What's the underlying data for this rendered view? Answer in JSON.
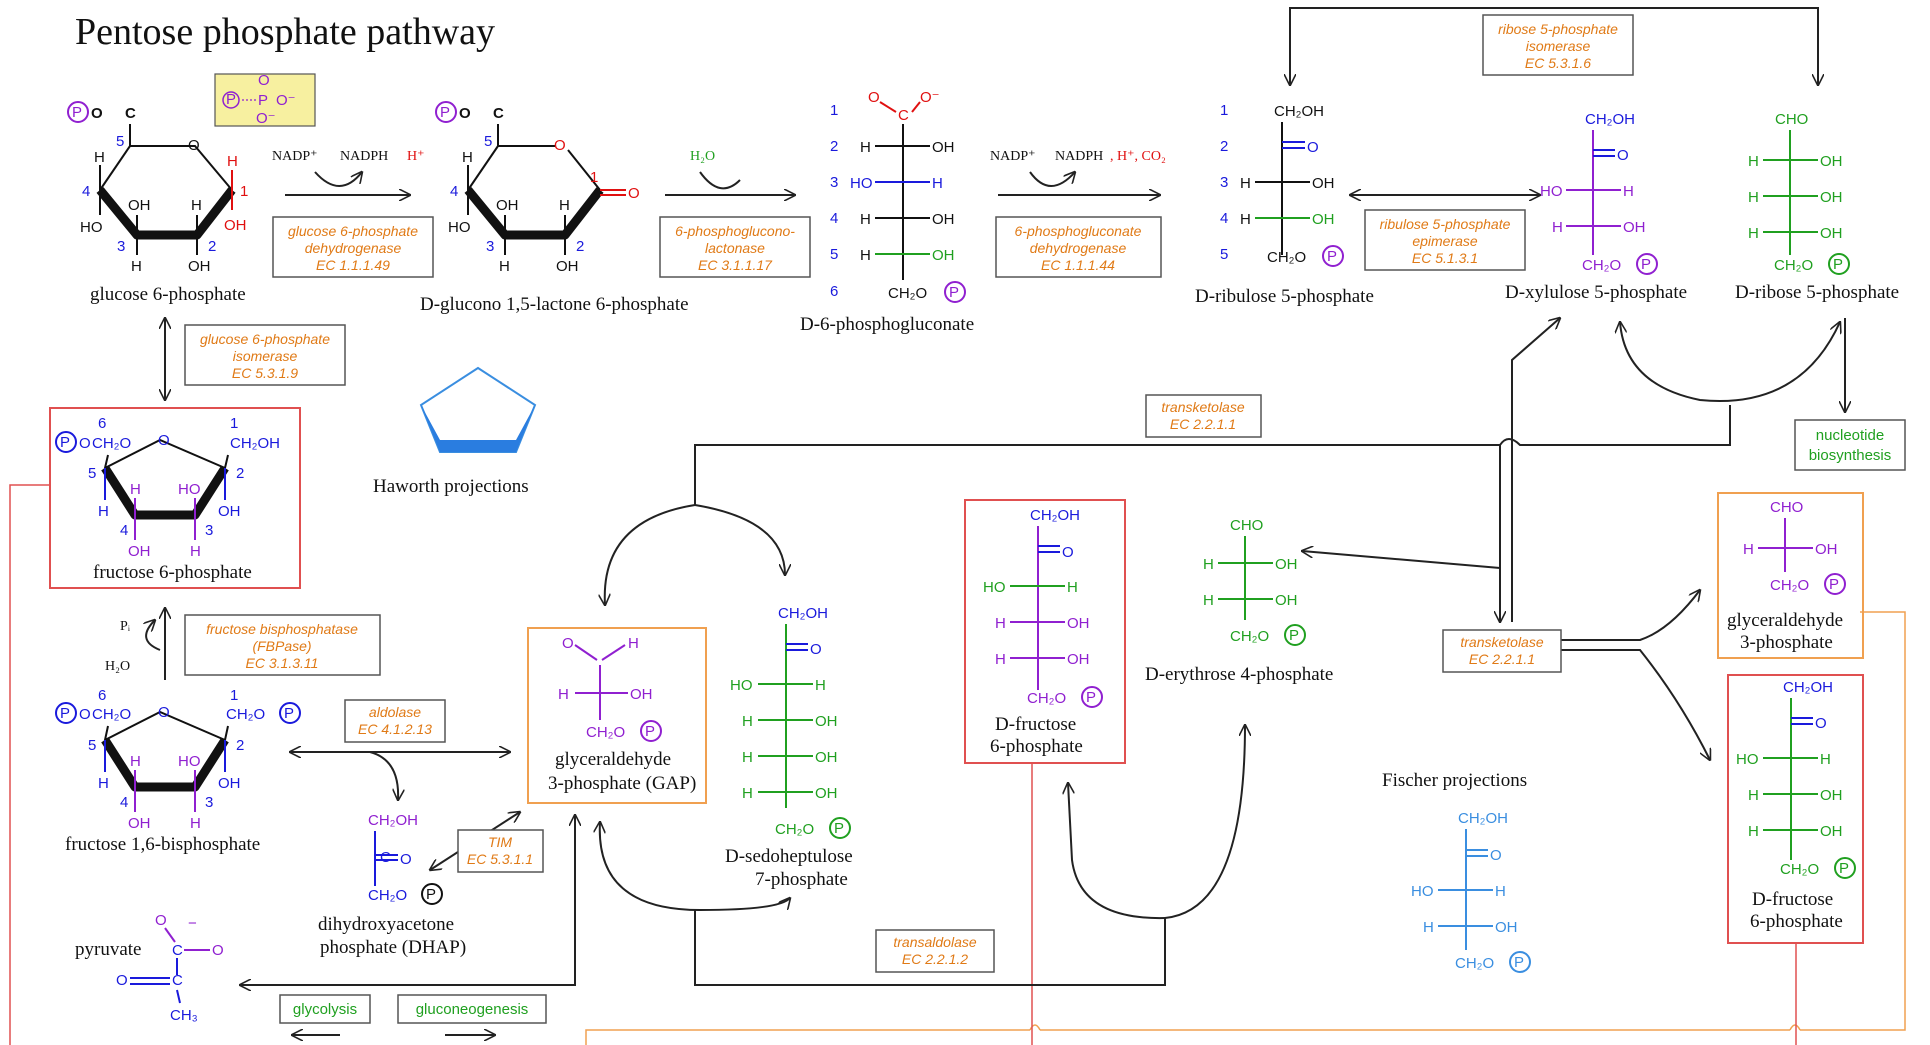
{
  "title": "Pentose phosphate pathway",
  "phosphate_symbol": "P",
  "phosphate_group": {
    "o": "O",
    "o_minus": "O⁻",
    "p": "P",
    "double_o": "O"
  },
  "atoms": {
    "ch2oh": "CH₂OH",
    "oh": "OH",
    "h": "H",
    "ho": "HO",
    "cho": "CHO",
    "o": "O",
    "ch2o": "CH₂O",
    "c": "C",
    "ch3": "CH₃",
    "o_minus": "O⁻",
    "cooh_o": "O",
    "c_eq_o": "C═O",
    "h_c_oh": "H—C—OH",
    "minus": "−"
  },
  "ring_numbers": {
    "n1": "1",
    "n2": "2",
    "n3": "3",
    "n4": "4",
    "n5": "5",
    "n6": "6"
  },
  "compounds": {
    "g6p": "glucose 6-phosphate",
    "lactone": "D-glucono 1,5-lactone 6-phosphate",
    "pgluconate": "D-6-phosphogluconate",
    "ru5p": "D-ribulose 5-phosphate",
    "xu5p": "D-xylulose 5-phosphate",
    "r5p": "D-ribose 5-phosphate",
    "f6p": "fructose 6-phosphate",
    "f16bp": "fructose 1,6-bisphosphate",
    "gap_l1": "glyceraldehyde",
    "gap_l2": "3-phosphate (GAP)",
    "s7p_l1": "D-sedoheptulose",
    "s7p_l2": "7-phosphate",
    "f6p_fischer_l1": "D-fructose",
    "f6p_fischer_l2": "6-phosphate",
    "e4p": "D-erythrose 4-phosphate",
    "g3p_l1": "glyceraldehyde",
    "g3p_l2": "3-phosphate",
    "f6p_right_l1": "D-fructose",
    "f6p_right_l2": "6-phosphate",
    "dhap_l1": "dihydroxyacetone",
    "dhap_l2": "phosphate (DHAP)",
    "pyruvate": "pyruvate"
  },
  "cofactors": {
    "nadp1": "NADP⁺",
    "nadph1": "NADPH",
    "h1": "H⁺",
    "h2o": "H₂O",
    "nadp2": "NADP⁺",
    "nadph2": "NADPH",
    "h2_co2": ", H⁺, CO₂",
    "pi": "Pᵢ",
    "h2o_2": "H₂O"
  },
  "enzymes": {
    "g6pd": [
      "glucose 6-phosphate",
      "dehydrogenase",
      "EC 1.1.1.49"
    ],
    "lactonase": [
      "6-phosphoglucono-",
      "lactonase",
      "EC 3.1.1.17"
    ],
    "pgd": [
      "6-phosphogluconate",
      "dehydrogenase",
      "EC 1.1.1.44"
    ],
    "rpe": [
      "ribulose 5-phosphate",
      "epimerase",
      "EC 5.1.3.1"
    ],
    "rpi": [
      "ribose 5-phosphate",
      "isomerase",
      "EC 5.3.1.6"
    ],
    "gpi": [
      "glucose 6-phosphate",
      "isomerase",
      "EC 5.3.1.9"
    ],
    "tkt1": [
      "transketolase",
      "EC 2.2.1.1"
    ],
    "tkt2": [
      "transketolase",
      "EC 2.2.1.1"
    ],
    "fbpase": [
      "fructose bisphosphatase",
      "(FBPase)",
      "EC 3.1.3.11"
    ],
    "aldolase": [
      "aldolase",
      "EC 4.1.2.13"
    ],
    "tim": [
      "TIM",
      "EC 5.3.1.1"
    ],
    "tal": [
      "transaldolase",
      "EC 2.2.1.2"
    ]
  },
  "pathways": {
    "nucleotide": [
      "nucleotide",
      "biosynthesis"
    ],
    "glycolysis": "glycolysis",
    "gluconeogenesis": "gluconeogenesis"
  },
  "projection_labels": {
    "haworth": "Haworth projections",
    "fischer": "Fischer projections"
  },
  "colors": {
    "orange_text": "#e07a16",
    "blue": "#1a1adc",
    "purple": "#9020d0",
    "green": "#20a020",
    "red": "#e01010",
    "light_blue": "#3a8ee0",
    "red_box": "#e05050",
    "orange_box": "#f0a050"
  }
}
